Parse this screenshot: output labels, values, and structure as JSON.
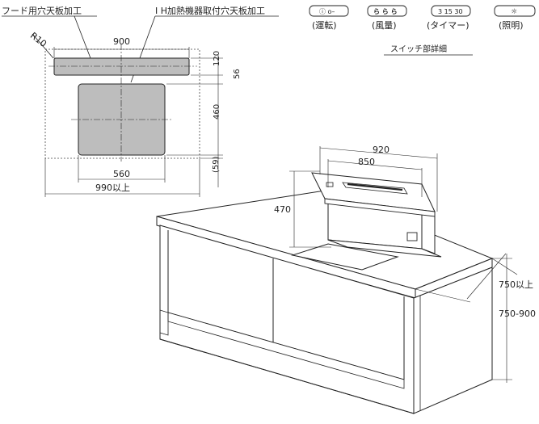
{
  "plan": {
    "hood_cutout_label": "フード用穴天板加工",
    "ih_cutout_label": "I H加熱機器取付穴天板加工",
    "radius": "R10",
    "dim_900": "900",
    "dim_120": "120",
    "dim_56": "56",
    "dim_460": "460",
    "dim_59": "(59)",
    "dim_560": "560",
    "dim_990": "990以上"
  },
  "switches": {
    "items": [
      {
        "icon_text": "ⓘ o–",
        "label": "(運転)"
      },
      {
        "icon_text": "ら ら ら",
        "label": "(風量)"
      },
      {
        "icon_text": "3  15  30",
        "label": "(タイマー)"
      },
      {
        "icon_text": "☼",
        "label": "(照明)"
      }
    ],
    "caption": "スイッチ部詳細"
  },
  "iso": {
    "dim_920": "920",
    "dim_850": "850",
    "dim_470": "470",
    "dim_750_min": "750以上",
    "dim_750_900": "750-900"
  }
}
